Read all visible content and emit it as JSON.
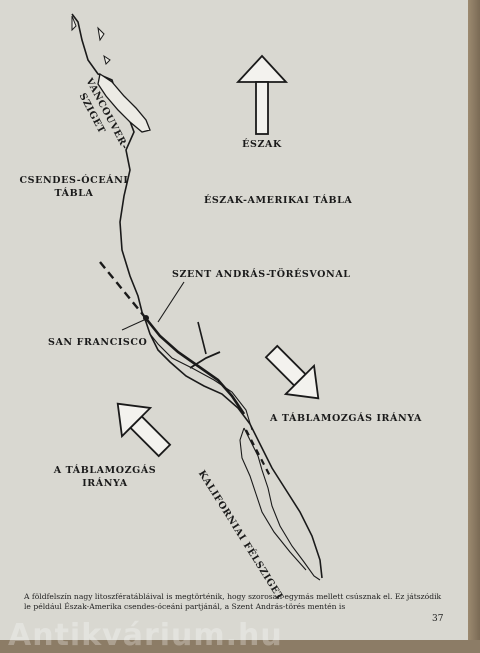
{
  "labels": {
    "north": "ÉSZAK",
    "vancouver_line1": "VANCOUVER-",
    "vancouver_line2": "SZIGET",
    "pacific_line1": "CSENDES-ÓCEÁNI",
    "pacific_line2": "TÁBLA",
    "north_american": "ÉSZAK-AMERIKAI TÁBLA",
    "fault": "SZENT ANDRÁS-TÖRÉSVONAL",
    "san_francisco": "SAN FRANCISCO",
    "motion_right": "A TÁBLAMOZGÁS IRÁNYA",
    "motion_left_line1": "A TÁBLAMOZGÁS",
    "motion_left_line2": "IRÁNYA",
    "baja": "KALIFORNIAI FÉLSZIGET"
  },
  "caption": {
    "line1": "A földfelszín nagy litoszfératábláival is megtörténik, hogy szorosan egymás mellett csúsznak el. Ez játszódik",
    "line2": "le például Észak-Amerika csendes-óceáni partjánál, a Szent András-törés mentén is"
  },
  "page_number": "37",
  "watermark": "Antikvárium.hu",
  "colors": {
    "page": "#d9d8d1",
    "ink": "#1a1a1a"
  }
}
